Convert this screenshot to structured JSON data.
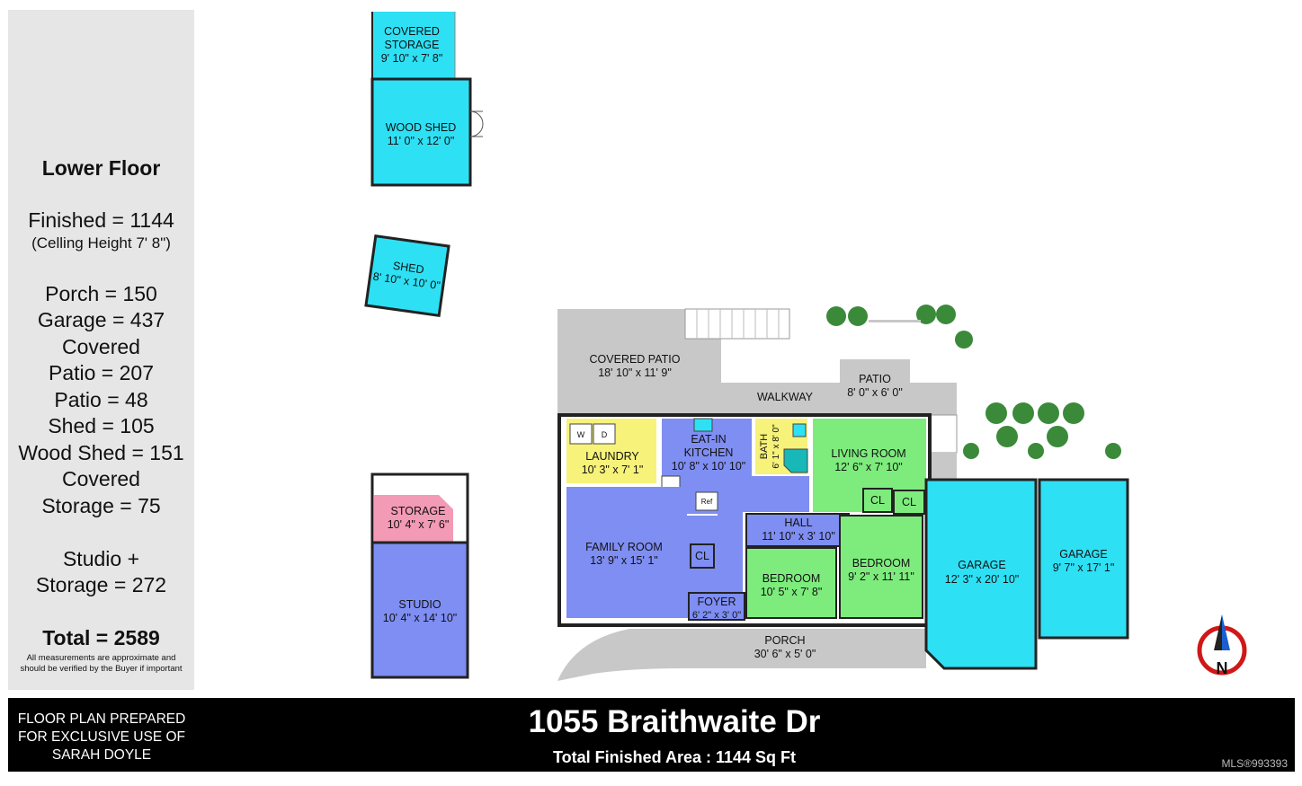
{
  "summary": {
    "title": "Lower Floor",
    "finished": "Finished = 1144",
    "ceiling": "(Celling Height 7' 8\")",
    "porch": "Porch = 150",
    "garage": "Garage = 437",
    "covered_patio_1": "Covered",
    "covered_patio_2": "Patio = 207",
    "patio": "Patio = 48",
    "shed": "Shed = 105",
    "wood_shed": "Wood Shed = 151",
    "covered_storage_1": "Covered",
    "covered_storage_2": "Storage = 75",
    "studio_1": "Studio +",
    "studio_2": "Storage = 272",
    "total": "Total = 2589",
    "disclaimer_1": "All measurements are approximate and",
    "disclaimer_2": "should be verified by the Buyer if important"
  },
  "rooms": {
    "covered_storage": {
      "name_1": "COVERED",
      "name_2": "STORAGE",
      "dim": "9' 10\" x 7' 8\""
    },
    "wood_shed": {
      "name": "WOOD SHED",
      "dim": "11' 0\" x 12' 0\""
    },
    "shed": {
      "name": "SHED",
      "dim": "8' 10\" x 10' 0\""
    },
    "storage": {
      "name": "STORAGE",
      "dim": "10' 4\" x 7' 6\""
    },
    "studio": {
      "name": "STUDIO",
      "dim": "10' 4\" x 14' 10\""
    },
    "covered_patio": {
      "name": "COVERED PATIO",
      "dim": "18' 10\" x 11' 9\""
    },
    "walkway": {
      "name": "WALKWAY"
    },
    "patio": {
      "name": "PATIO",
      "dim": "8' 0\" x 6' 0\""
    },
    "laundry": {
      "name": "LAUNDRY",
      "dim": "10' 3\" x 7' 1\"",
      "washer": "W",
      "dryer": "D"
    },
    "kitchen": {
      "name_1": "EAT-IN",
      "name_2": "KITCHEN",
      "dim": "10' 8\" x 10' 10\"",
      "ref": "Ref"
    },
    "bath": {
      "name": "BATH",
      "dim": "6' 1\" x 8' 0\""
    },
    "living_room": {
      "name": "LIVING ROOM",
      "dim": "12' 6\" x 7' 10\""
    },
    "closet": {
      "name": "CL"
    },
    "family_room": {
      "name": "FAMILY ROOM",
      "dim": "13' 9\" x 15' 1\""
    },
    "hall": {
      "name": "HALL",
      "dim": "11' 10\" x 3' 10\""
    },
    "bedroom_1": {
      "name": "BEDROOM",
      "dim": "10' 5\" x 7' 8\""
    },
    "bedroom_2": {
      "name": "BEDROOM",
      "dim": "9' 2\" x 11' 11\""
    },
    "foyer": {
      "name": "FOYER",
      "dim": "6' 2\" x 3' 0\""
    },
    "porch": {
      "name": "PORCH",
      "dim": "30' 6\" x 5' 0\""
    },
    "garage_1": {
      "name": "GARAGE",
      "dim": "12' 3\" x 20' 10\""
    },
    "garage_2": {
      "name": "GARAGE",
      "dim": "9' 7\" x 17' 1\""
    }
  },
  "compass": {
    "label": "N"
  },
  "footer": {
    "prepared_1": "FLOOR PLAN PREPARED",
    "prepared_2": "FOR EXCLUSIVE USE OF",
    "prepared_3": "SARAH DOYLE",
    "address": "1055 Braithwaite Dr",
    "area": "Total Finished Area : 1144 Sq Ft",
    "mls": "MLS®993393"
  },
  "colors": {
    "cyan": "#2ee0f4",
    "blue": "#7f8ef2",
    "green": "#7dec7d",
    "yellow": "#f6f27a",
    "pink": "#f29ab6",
    "gray": "#c8c8c8",
    "wall": "#222222"
  }
}
